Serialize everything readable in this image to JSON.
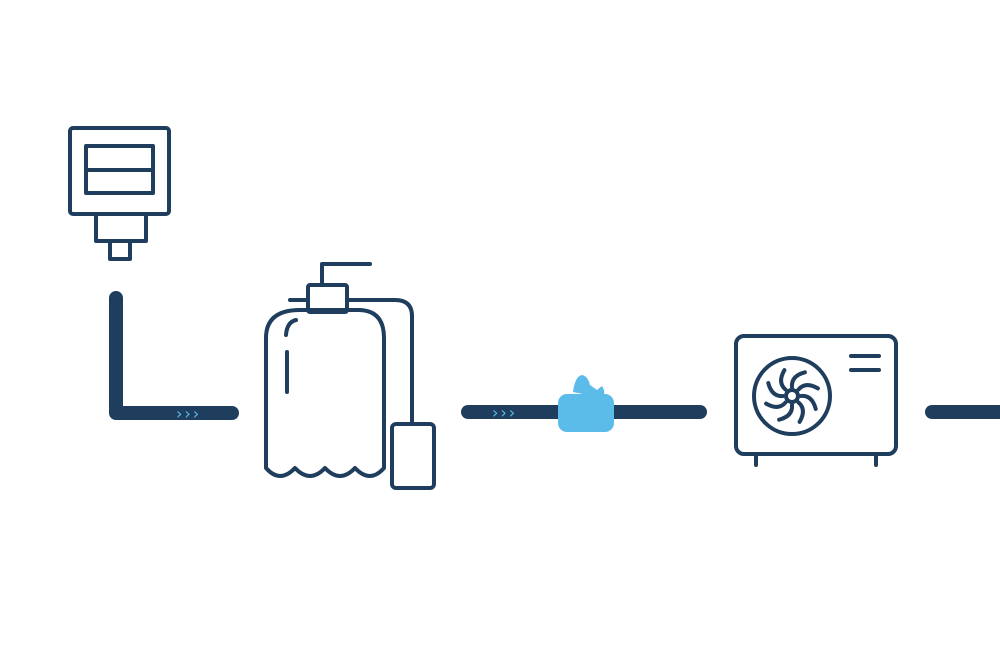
{
  "colors": {
    "background": "#ffffff",
    "stroke": "#1f3d5c",
    "accent": "#5bbcea"
  },
  "components": [
    {
      "name": "pool-pump-controller",
      "icon": "controller-box-icon"
    },
    {
      "name": "sand-filter",
      "icon": "sand-filter-icon"
    },
    {
      "name": "flow-valve",
      "icon": "valve-icon"
    },
    {
      "name": "heat-pump",
      "icon": "heat-pump-fan-icon"
    }
  ],
  "flow_indicator": "›››"
}
